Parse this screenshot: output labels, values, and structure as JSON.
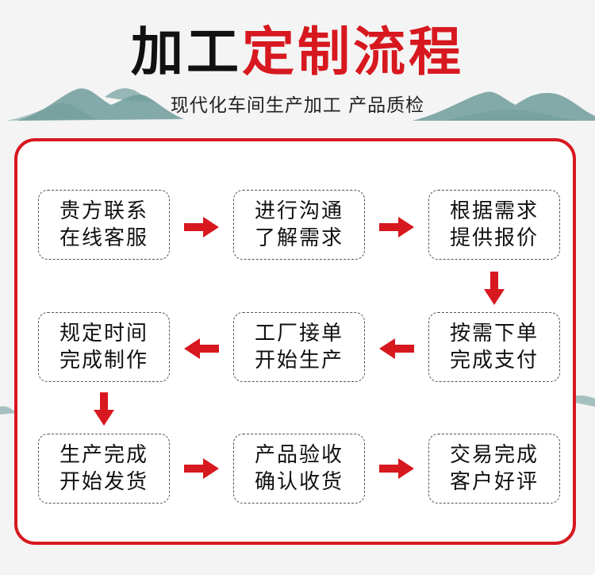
{
  "header": {
    "title_black": "加工",
    "title_red": "定制流程",
    "subtitle": "现代化车间生产加工 产品质检"
  },
  "steps": [
    {
      "line1": "贵方联系",
      "line2": "在线客服"
    },
    {
      "line1": "进行沟通",
      "line2": "了解需求"
    },
    {
      "line1": "根据需求",
      "line2": "提供报价"
    },
    {
      "line1": "按需下单",
      "line2": "完成支付"
    },
    {
      "line1": "工厂接单",
      "line2": "开始生产"
    },
    {
      "line1": "规定时间",
      "line2": "完成制作"
    },
    {
      "line1": "生产完成",
      "line2": "开始发货"
    },
    {
      "line1": "产品验收",
      "line2": "确认收货"
    },
    {
      "line1": "交易完成",
      "line2": "客户好评"
    }
  ],
  "colors": {
    "accent": "#d7181f",
    "mountain": "#6f9c9b",
    "border": "#555555"
  }
}
